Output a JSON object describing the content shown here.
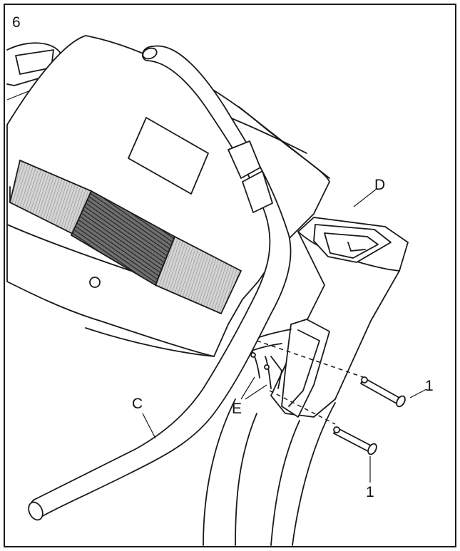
{
  "step_number": "6",
  "labels": {
    "console_mast": "D",
    "handrail": "C",
    "bolts_top": "1",
    "bolts_bottom": "1",
    "wires": "E"
  }
}
